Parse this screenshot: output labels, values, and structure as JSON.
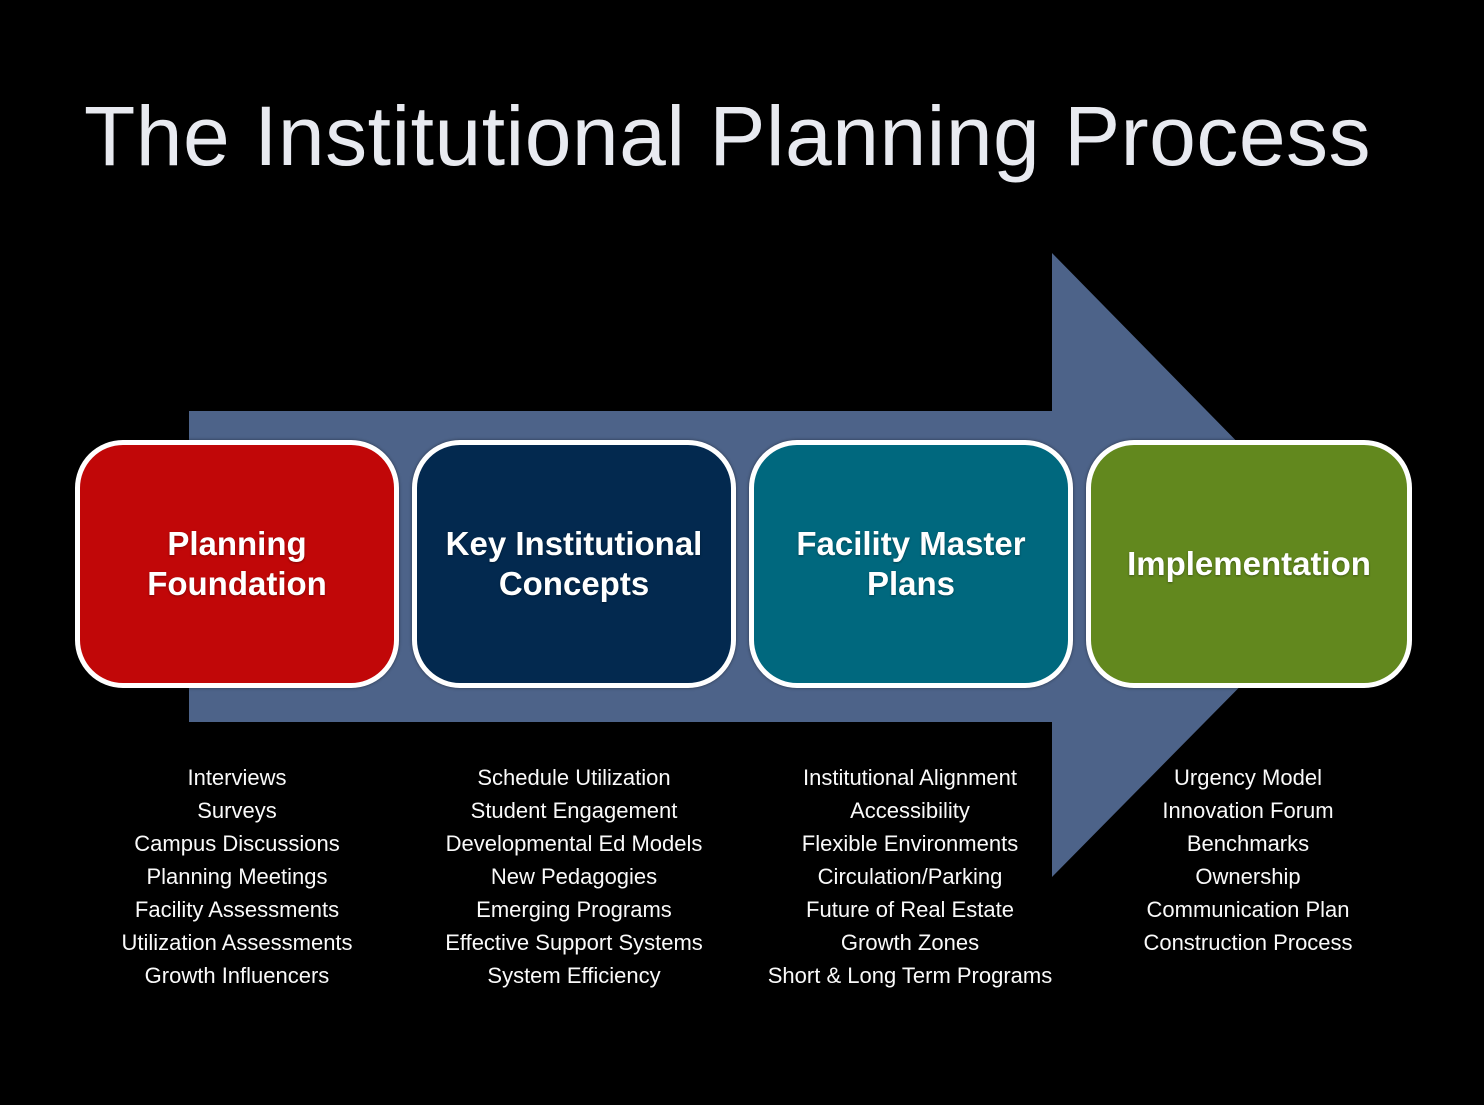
{
  "title": "The Institutional Planning Process",
  "colors": {
    "background": "#000000",
    "arrow": "#4D6389",
    "title_text": "#E8EAF0",
    "box_border": "#FFFFFF",
    "stage_label_text": "#FFFFFF",
    "list_text": "#FAFAFA"
  },
  "stages": [
    {
      "label": "Planning\nFoundation",
      "color": "#C10708",
      "items": [
        "Interviews",
        "Surveys",
        "Campus Discussions",
        "Planning Meetings",
        "Facility Assessments",
        "Utilization Assessments",
        "Growth Influencers"
      ]
    },
    {
      "label": "Key Institutional\nConcepts",
      "color": "#03294F",
      "items": [
        "Schedule Utilization",
        "Student Engagement",
        "Developmental Ed Models",
        "New Pedagogies",
        "Emerging Programs",
        "Effective Support Systems",
        "System Efficiency"
      ]
    },
    {
      "label": "Facility Master\nPlans",
      "color": "#00687E",
      "items": [
        "Institutional Alignment",
        "Accessibility",
        "Flexible Environments",
        "Circulation/Parking",
        "Future of Real Estate",
        "Growth Zones",
        "Short & Long Term Programs"
      ]
    },
    {
      "label": "Implementation",
      "color": "#62881E",
      "items": [
        "Urgency Model",
        "Innovation Forum",
        "Benchmarks",
        "Ownership",
        "Communication Plan",
        "Construction Process"
      ]
    }
  ]
}
